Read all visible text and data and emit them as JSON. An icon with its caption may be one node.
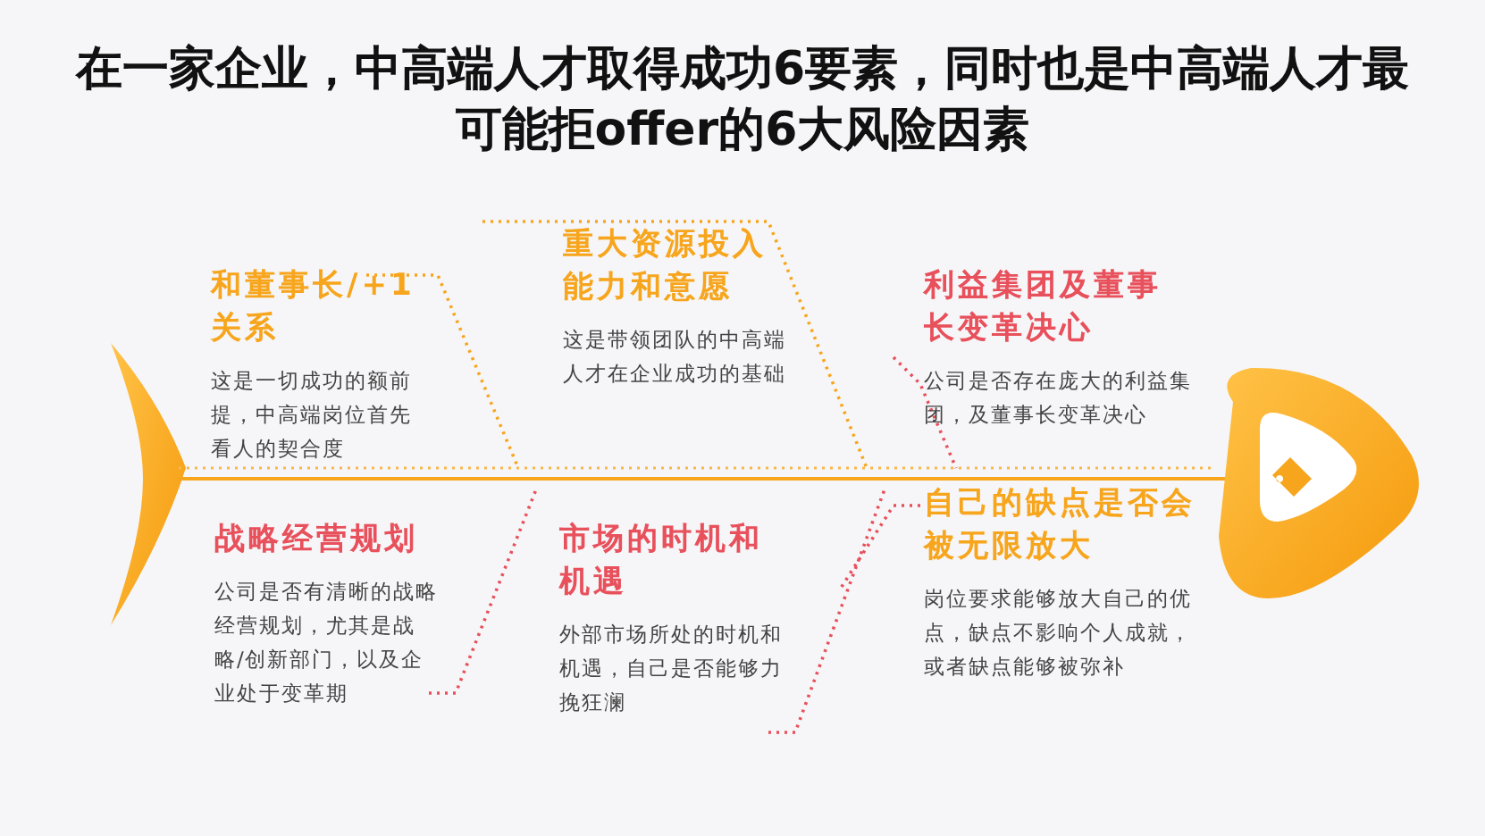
{
  "diagram": {
    "title": "在一家企业，中高端人才取得成功6要素，同时也是中高端人才最可能拒offer的6大风险因素",
    "nodes": [
      {
        "text": [
          "和董事长/+1关系",
          "这是一切成功的额前提，中高端岗位首先看人的契合度"
        ]
      },
      {
        "text": [
          "重大资源投入能力和意愿",
          "这是带领团队的中高端人才在企业成功的基础"
        ]
      },
      {
        "text": [
          "利益集团及董事长变革决心",
          "公司是否存在庞大的利益集团，及董事长变革决心"
        ]
      },
      {
        "text": [
          "战略经营规划",
          "公司是否有清晰的战略经营规划，尤其是战略/创新部门，以及企业处于变革期"
        ]
      },
      {
        "text": [
          "市场的时机和机遇",
          "外部市场所处的时机和机遇，自己是否能够力挽狂澜"
        ]
      },
      {
        "text": [
          "自己的缺点是否会被无限放大",
          "岗位要求能够放大自己的优点，缺点不影响个人成就，或者缺点能够被弥补"
        ]
      }
    ]
  }
}
